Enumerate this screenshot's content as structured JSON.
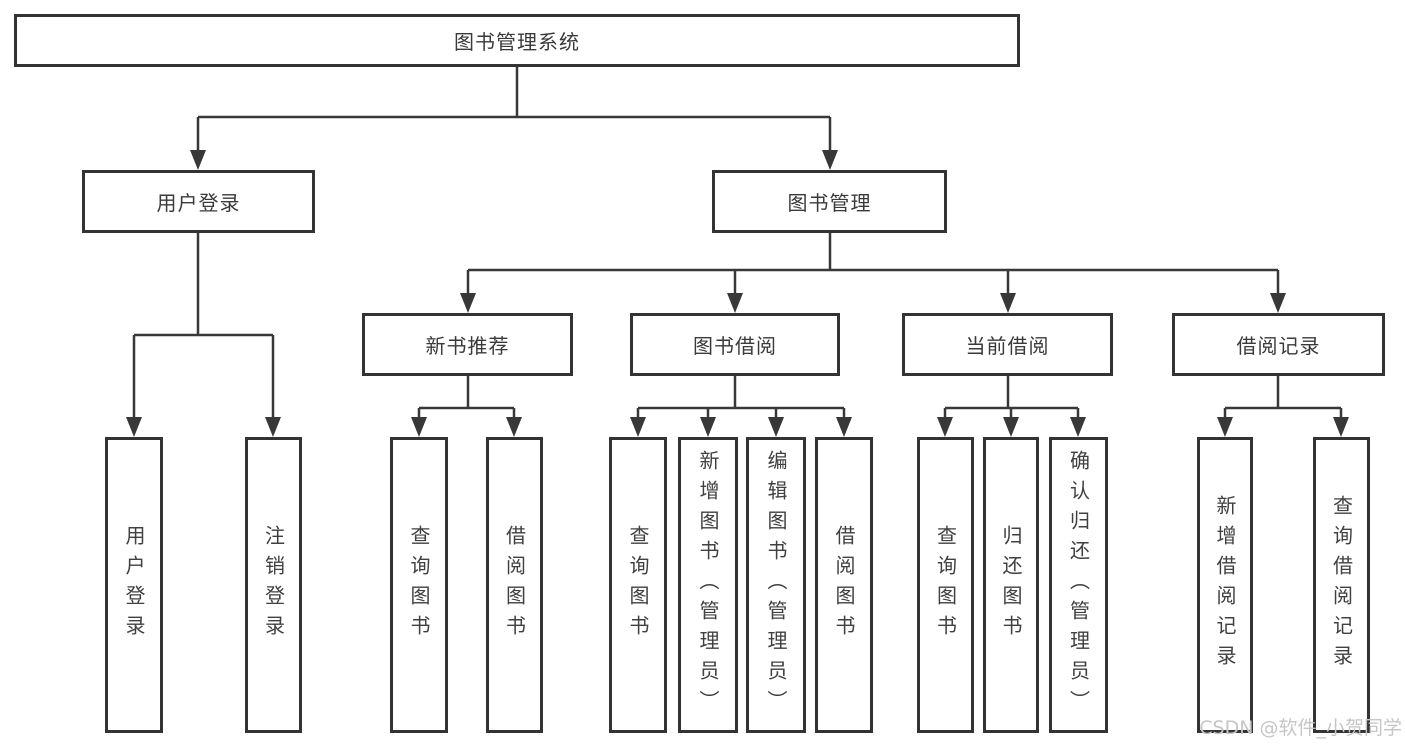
{
  "colors": {
    "line": "#383838",
    "box_border": "#333333",
    "text": "#3a3a3a",
    "watermark": "#c6c6c6",
    "background": "#ffffff"
  },
  "tree": {
    "root": {
      "label": "图书管理系统"
    },
    "level2": [
      {
        "label": "用户登录",
        "children": [
          {
            "label": "用户登录"
          },
          {
            "label": "注销登录"
          }
        ]
      },
      {
        "label": "图书管理",
        "children": [
          {
            "label": "新书推荐",
            "children": [
              {
                "label": "查询图书"
              },
              {
                "label": "借阅图书"
              }
            ]
          },
          {
            "label": "图书借阅",
            "children": [
              {
                "label": "查询图书"
              },
              {
                "label": "新增图书（管理员）"
              },
              {
                "label": "编辑图书（管理员）"
              },
              {
                "label": "借阅图书"
              }
            ]
          },
          {
            "label": "当前借阅",
            "children": [
              {
                "label": "查询图书"
              },
              {
                "label": "归还图书"
              },
              {
                "label": "确认归还（管理员）"
              }
            ]
          },
          {
            "label": "借阅记录",
            "children": [
              {
                "label": "新增借阅记录"
              },
              {
                "label": "查询借阅记录"
              }
            ]
          }
        ]
      }
    ]
  },
  "watermark": {
    "text": "CSDN @软件_小贺同学"
  }
}
